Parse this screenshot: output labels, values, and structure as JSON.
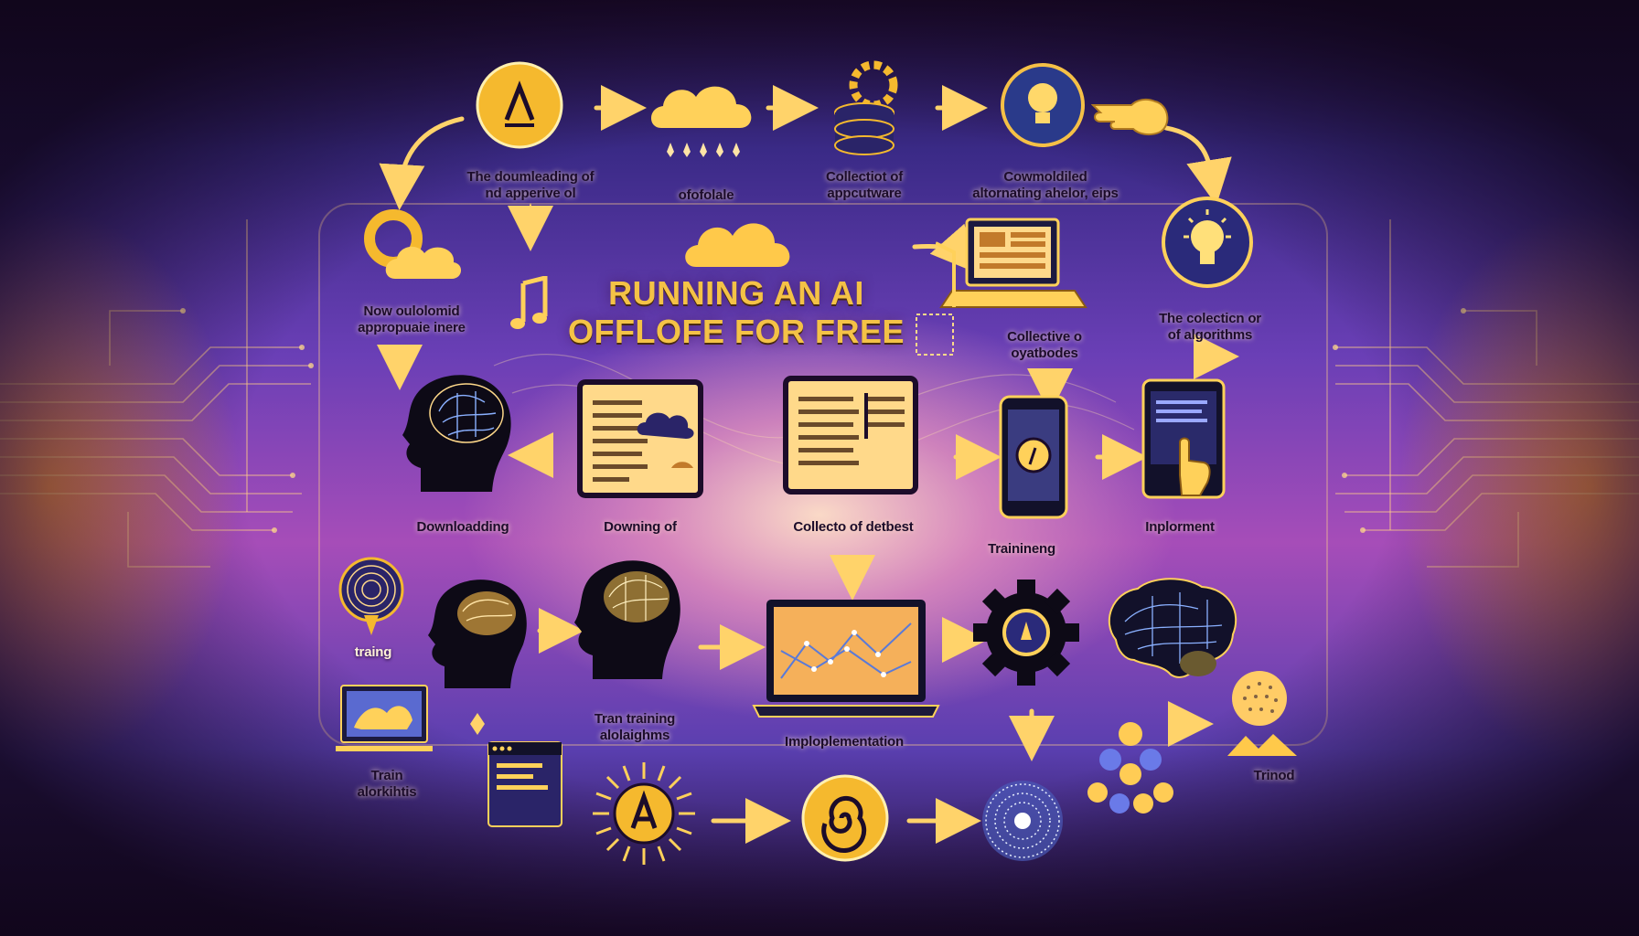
{
  "title": {
    "line1": "RUNNING AN AI",
    "line2": "OFFLOFE FOR FREE"
  },
  "labels": {
    "top_1": "The doumleading of\nnd apperive ol",
    "top_2": "ofofolale",
    "top_3": "Collectiot of\nappcutware",
    "top_4": "Cowmoldiled\naltornating ahelor, eips",
    "left_1": "Now oulolomid\nappropuaie inere",
    "right_1": "Collective o\noyatbodes",
    "right_2": "The colecticn or\nof algorithms",
    "mid_1": "Downloadding",
    "mid_2": "Downing of",
    "mid_3": "Collecto of detbest",
    "mid_4": "Trainineng",
    "mid_5": "Inplorment",
    "low_1": "traing",
    "low_2": "Tran training\nalolaighms",
    "low_3": "Imploplementation",
    "low_4": "Train\nalorkihtis",
    "low_5": "Trinod"
  },
  "colors": {
    "gold": "#f4c246",
    "gold_light": "#ffd978",
    "navy": "#2a2468",
    "ink": "#1c0c2a"
  },
  "icons": [
    "a-letter-badge-icon",
    "rain-cloud-icon",
    "gear-database-icon",
    "lightbulb-badge-icon",
    "pointing-hand-icon",
    "ring-cloud-icon",
    "music-note-icon",
    "cloud-icon",
    "laptop-icon",
    "lightbulb-icon",
    "head-brain-icon",
    "document-cloud-icon",
    "document-icon",
    "smartphone-icon",
    "tablet-touch-icon",
    "vinyl-disc-icon",
    "chart-laptop-icon",
    "gear-icon",
    "brain-icon",
    "photo-monitor-icon",
    "browser-window-icon",
    "sun-badge-icon",
    "spiral-badge-icon",
    "radial-dots-icon",
    "dotted-sphere-icon",
    "network-nodes-icon",
    "mountain-icon"
  ]
}
